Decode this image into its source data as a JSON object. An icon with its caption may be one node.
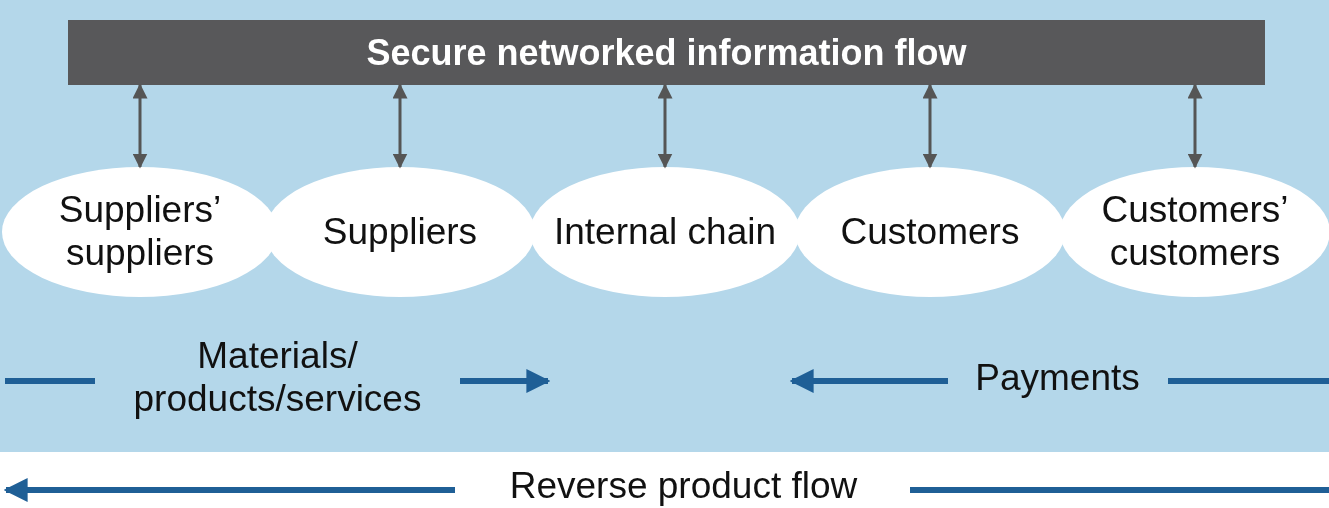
{
  "diagram": {
    "nodes": [
      {
        "text": [
          "Secure networked information flow"
        ]
      },
      {
        "text": [
          "Suppliers’ suppliers"
        ]
      },
      {
        "text": [
          "Suppliers"
        ]
      },
      {
        "text": [
          "Internal chain"
        ]
      },
      {
        "text": [
          "Customers"
        ]
      },
      {
        "text": [
          "Customers’ customers"
        ]
      }
    ],
    "edges": [
      {
        "from": 0,
        "to": 1,
        "arrow": "both"
      },
      {
        "from": 0,
        "to": 2,
        "arrow": "both"
      },
      {
        "from": 0,
        "to": 3,
        "arrow": "both"
      },
      {
        "from": 0,
        "to": 4,
        "arrow": "both"
      },
      {
        "from": 0,
        "to": 5,
        "arrow": "both"
      }
    ],
    "labels": [
      "Materials/ products/services",
      "Payments",
      "Reverse product flow"
    ]
  }
}
